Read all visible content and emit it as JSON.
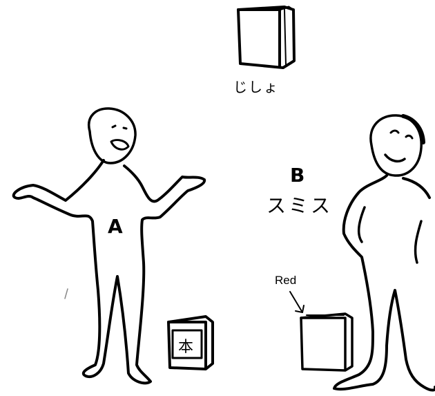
{
  "jisho_label": "じしょ",
  "person_a": {
    "label": "A"
  },
  "person_b": {
    "label": "B",
    "name": "スミス"
  },
  "red_book": {
    "annotation": "Red"
  },
  "book_a": {
    "kanji": "本"
  }
}
